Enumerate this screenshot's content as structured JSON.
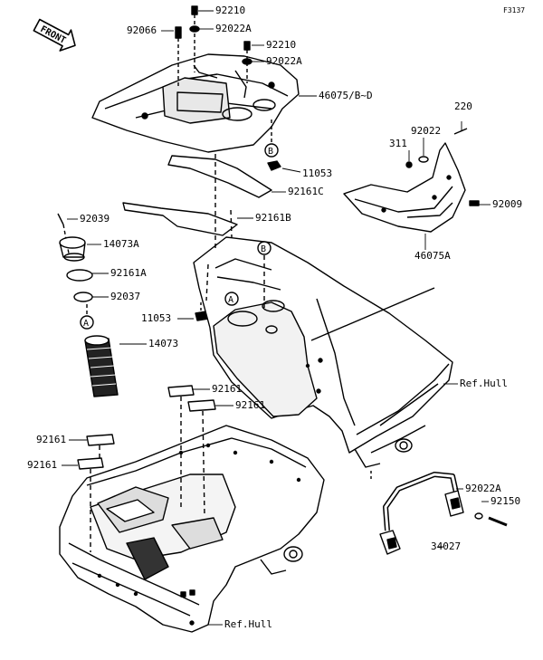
{
  "figure_code": "F3137",
  "front_label": "FRONT",
  "ref_hull": "Ref.Hull",
  "circle_a": "A",
  "circle_b": "B",
  "parts": {
    "p92210_top": "92210",
    "p92066": "92066",
    "p92022A_top": "92022A",
    "p92210_mid": "92210",
    "p92022A_mid": "92022A",
    "p46075BD": "46075/B~D",
    "p220": "220",
    "p92022": "92022",
    "p311": "311",
    "p11053_top": "11053",
    "p92161C": "92161C",
    "p92009": "92009",
    "p92039": "92039",
    "p92161B": "92161B",
    "p14073A": "14073A",
    "p46075A": "46075A",
    "p92161A": "92161A",
    "p92037": "92037",
    "p11053_mid": "11053",
    "p14073": "14073",
    "p92161_a": "92161",
    "p92161_b": "92161",
    "p92161_c": "92161",
    "p92161_d": "92161",
    "p92022A_bot": "92022A",
    "p92150": "92150",
    "p34027": "34027"
  }
}
